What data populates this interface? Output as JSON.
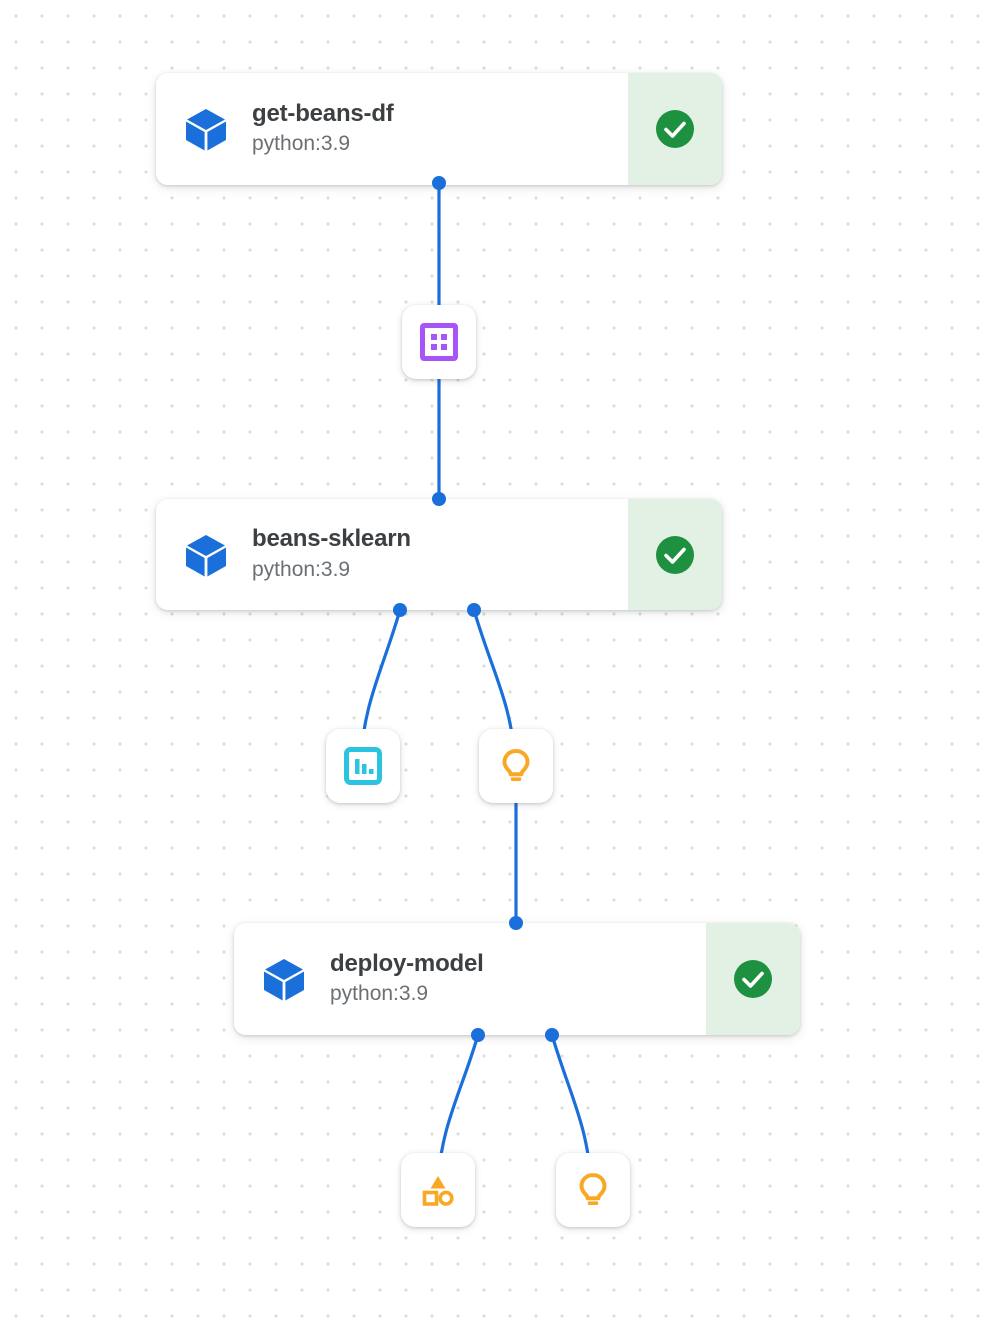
{
  "canvas": {
    "background_color": "#ffffff",
    "dot_color": "#dcdcdc",
    "edge_color": "#1a6fdb",
    "port_color": "#1a6fdb"
  },
  "graph": {
    "nodes": [
      {
        "id": "get-beans-df",
        "title": "get-beans-df",
        "subtitle": "python:3.9",
        "icon": "cube-icon",
        "icon_color": "#1a6fdb",
        "status": "succeeded",
        "status_icon": "check-circle-icon",
        "status_color": "#1e9141",
        "status_bg": "#e3f1e5"
      },
      {
        "id": "beans-sklearn",
        "title": "beans-sklearn",
        "subtitle": "python:3.9",
        "icon": "cube-icon",
        "icon_color": "#1a6fdb",
        "status": "succeeded",
        "status_icon": "check-circle-icon",
        "status_color": "#1e9141",
        "status_bg": "#e3f1e5"
      },
      {
        "id": "deploy-model",
        "title": "deploy-model",
        "subtitle": "python:3.9",
        "icon": "cube-icon",
        "icon_color": "#1a6fdb",
        "status": "succeeded",
        "status_icon": "check-circle-icon",
        "status_color": "#1e9141",
        "status_bg": "#e3f1e5"
      }
    ],
    "artifacts": [
      {
        "id": "dataset-artifact",
        "icon": "dataset-icon",
        "icon_color": "#a855f7"
      },
      {
        "id": "metrics-artifact",
        "icon": "bar-chart-icon",
        "icon_color": "#2ac4e0"
      },
      {
        "id": "insight-artifact-1",
        "icon": "lightbulb-icon",
        "icon_color": "#f9a825"
      },
      {
        "id": "classification-artifact",
        "icon": "shapes-icon",
        "icon_color": "#f9a825"
      },
      {
        "id": "insight-artifact-2",
        "icon": "lightbulb-icon",
        "icon_color": "#f9a825"
      }
    ]
  }
}
